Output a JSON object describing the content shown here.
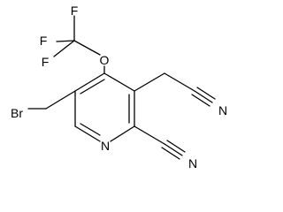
{
  "molecule": {
    "atoms": {
      "f_top": "F",
      "f_left": "F",
      "f_bottom": "F",
      "oxygen": "O",
      "bromine": "Br",
      "ring_nitrogen": "N",
      "nitrile_n_right": "N",
      "nitrile_n_bottom": "N"
    }
  },
  "colors": {
    "bond": "#000000",
    "text": "#000000",
    "background": "#ffffff"
  }
}
